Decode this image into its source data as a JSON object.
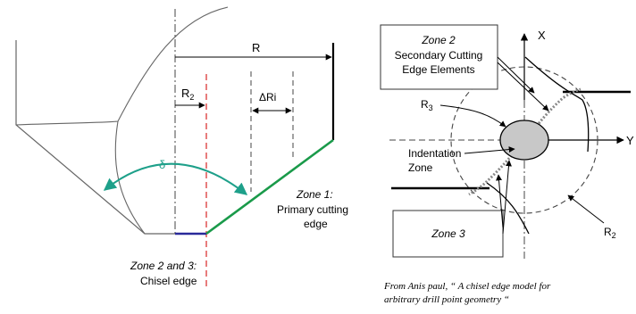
{
  "left_diagram": {
    "R_label": "R",
    "R2_label": "R",
    "R2_sub": "2",
    "delta_ri_label": "ΔRi",
    "delta_label": "δ",
    "zone1_title": "Zone 1:",
    "zone1_line2": "Primary cutting",
    "zone1_line3": "edge",
    "zone23_title_a": "Zone 2",
    "zone23_title_and": " and ",
    "zone23_title_b": "3:",
    "zone23_line2": "Chisel edge"
  },
  "right_diagram": {
    "zone2_box_title": "Zone 2",
    "zone2_box_line2": "Secondary Cutting",
    "zone2_box_line3": "Edge Elements",
    "zone3_box_title": "Zone 3",
    "r3_label": "R",
    "r3_sub": "3",
    "r2_label": "R",
    "r2_sub": "2",
    "x_axis_label": "X",
    "y_axis_label": "Y",
    "indentation_line1": "Indentation",
    "indentation_line2": "Zone"
  },
  "caption": {
    "line1": "From Anis paul, “ A chisel edge model for",
    "line2": "arbitrary drill point geometry “"
  },
  "colors": {
    "primary_edge": "#1a9a4a",
    "chisel_edge": "#2a2a9a",
    "delta_arc": "#1ea08a",
    "axis_dash": "#e05050",
    "indent_fill": "#c8c8c8"
  }
}
